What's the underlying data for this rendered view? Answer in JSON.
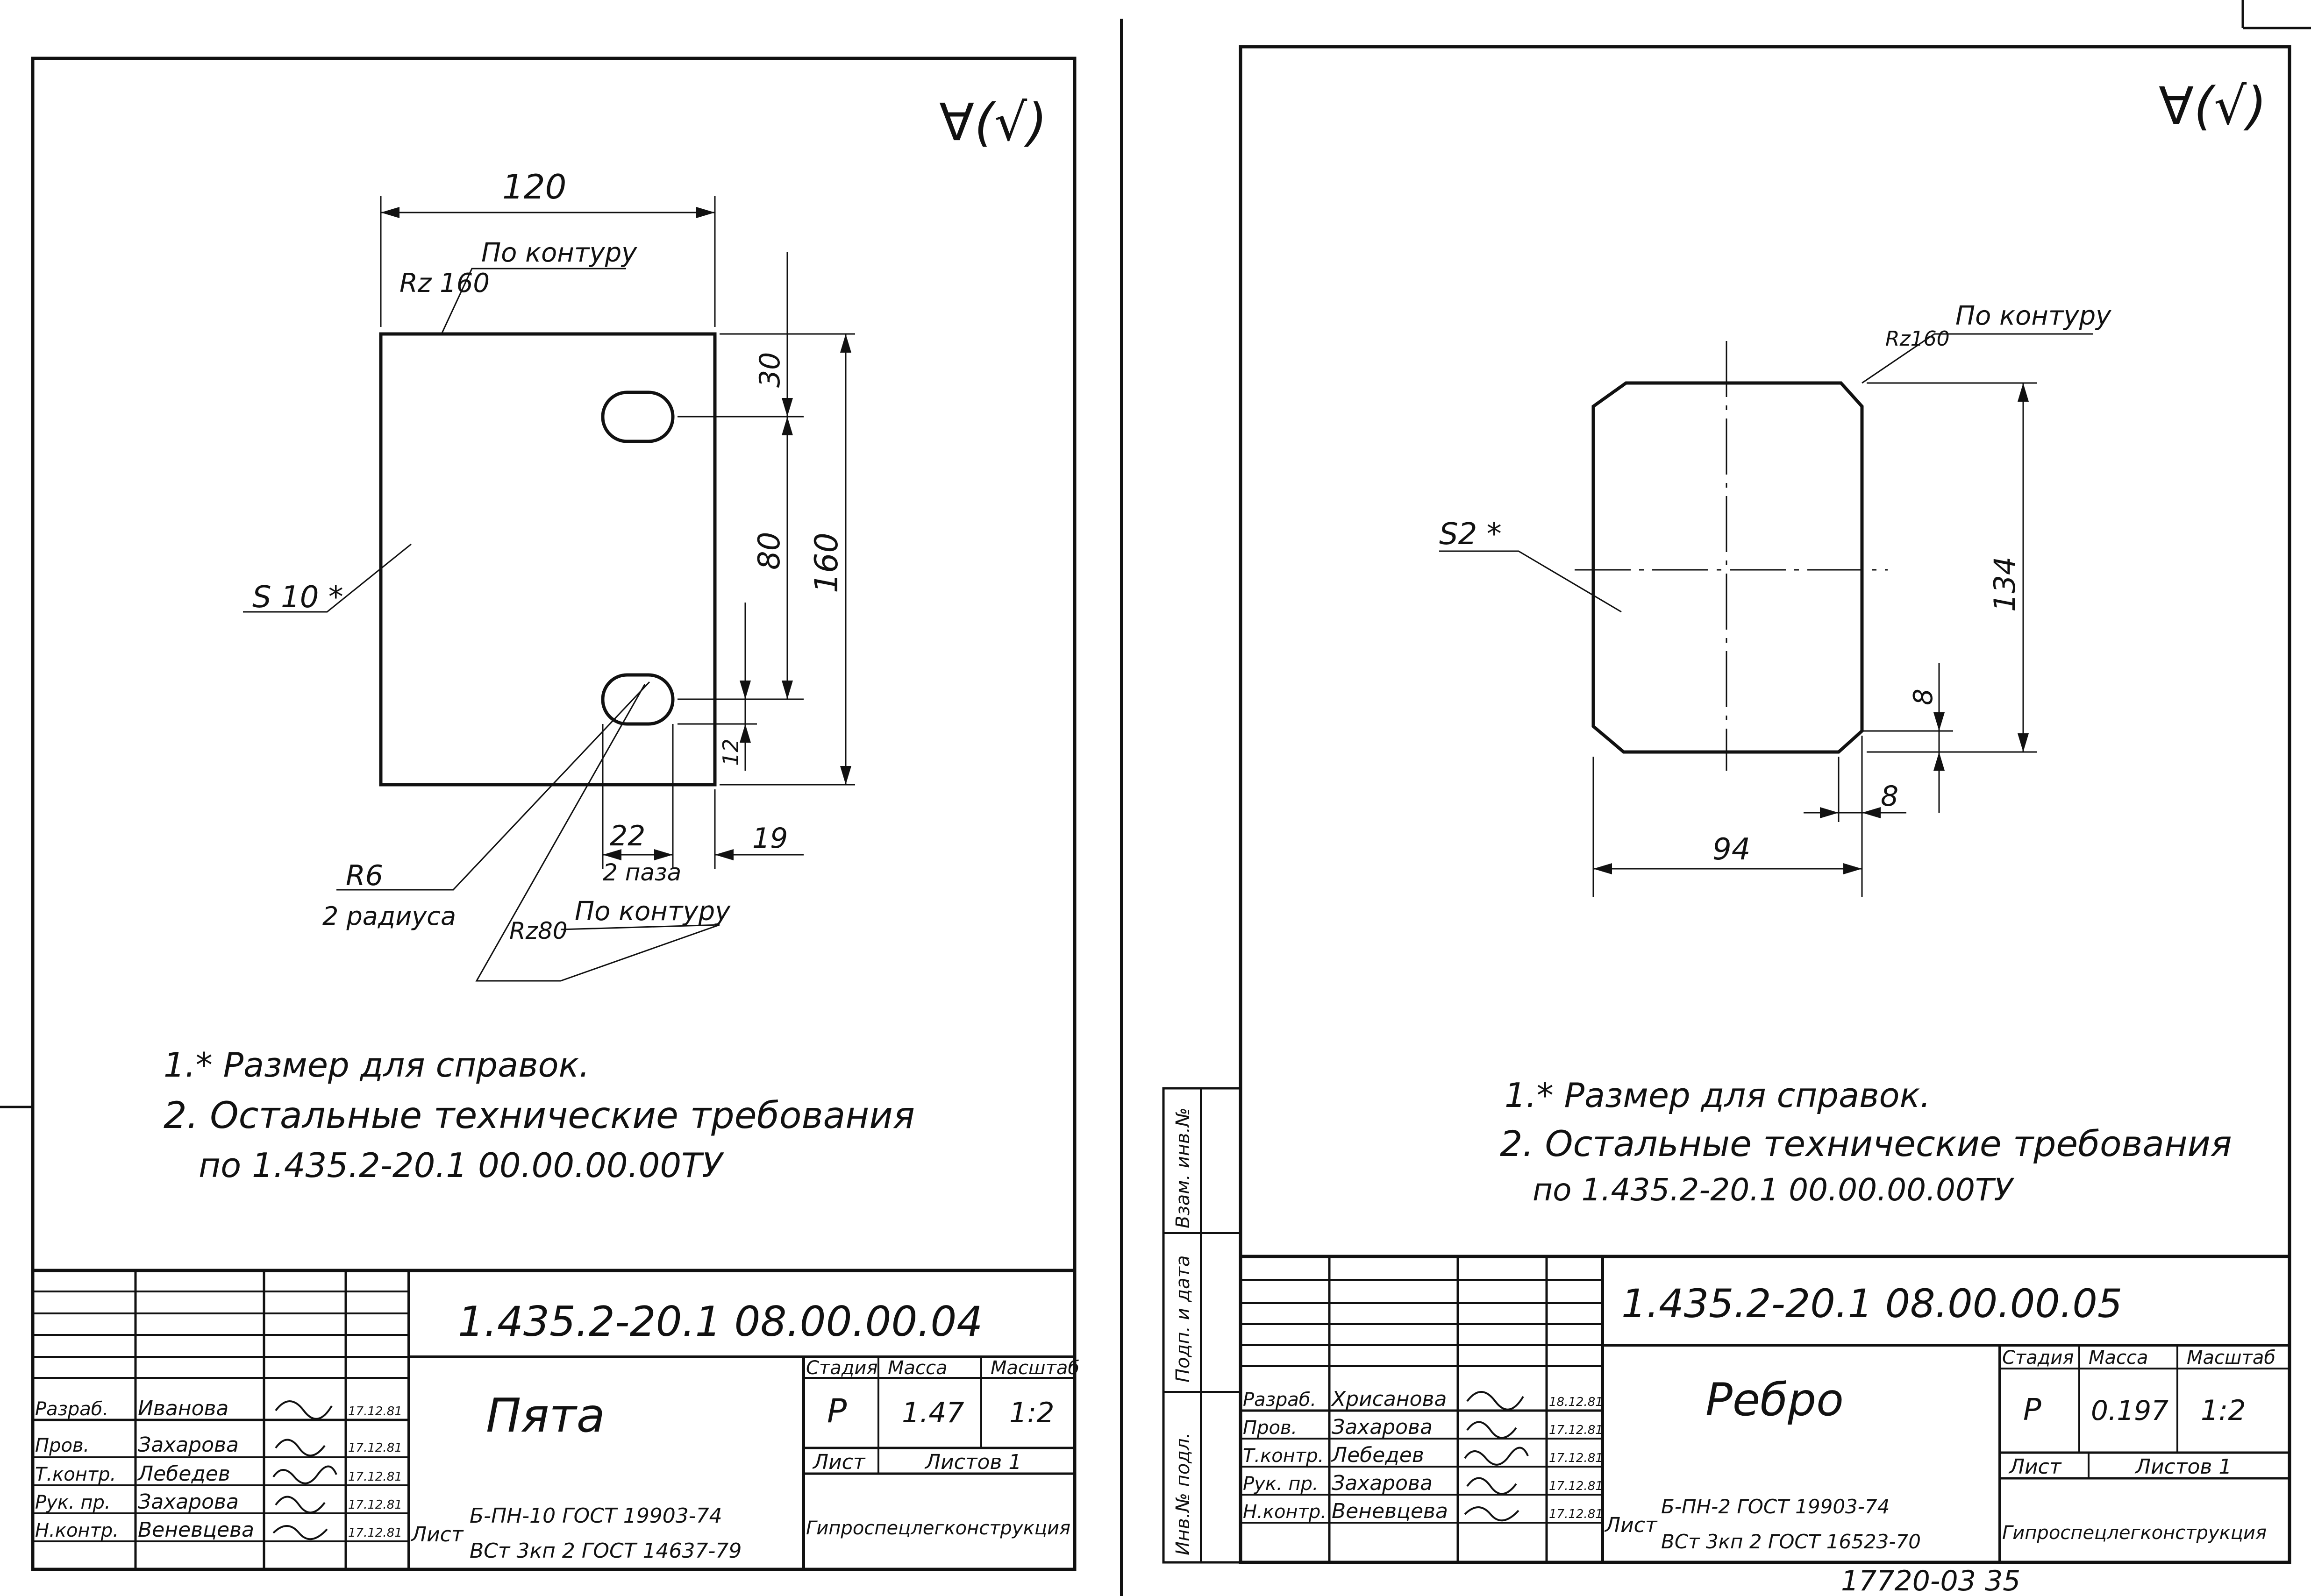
{
  "colors": {
    "ink": "#111111",
    "paper": "#ffffff"
  },
  "left": {
    "roughness_top": "∀(√)",
    "dim_width": "120",
    "rz_top": "Rz 160",
    "rz_top_note": "По контуру",
    "dim_30": "30",
    "dim_80": "80",
    "dim_160": "160",
    "thickness": "S 10 *",
    "dim_12": "12",
    "dim_22": "22",
    "slots": "2 паза",
    "dim_19": "19",
    "radius": "R6",
    "radius_note": "2 радиуса",
    "rz_bottom": "Rz80",
    "rz_bottom_note": "По контуру",
    "note1": "1.* Размер для справок.",
    "note2": "2. Остальные технические требования",
    "note3": "по 1.435.2-20.1 00.00.00.00ТУ",
    "drawing_no": "1.435.2-20.1 08.00.00.04",
    "part_name": "Пята",
    "stage_h": "Стадия",
    "mass_h": "Масса",
    "scale_h": "Масштаб",
    "stage": "Р",
    "mass": "1.47",
    "scale": "1:2",
    "sheet_h": "Лист",
    "sheets_h": "Листов 1",
    "list_word": "Лист",
    "material1": "Б-ПН-10 ГОСТ 19903-74",
    "material2": "ВСт 3кп 2 ГОСТ 14637-79",
    "org": "Гипроспецлегконструкция",
    "roles": [
      "Разраб.",
      "Пров.",
      "Т.контр.",
      "Рук. пр.",
      "Н.контр."
    ],
    "names": [
      "Иванова",
      "Захарова",
      "Лебедев",
      "Захарова",
      "Веневцева"
    ],
    "dates": [
      "17.12.81",
      "17.12.81",
      "17.12.81",
      "17.12.81",
      "17.12.81"
    ]
  },
  "right": {
    "roughness_top": "∀(√)",
    "rz": "Rz160",
    "rz_note": "По контуру",
    "thickness": "S2 *",
    "dim_134": "134",
    "dim_8_right": "8",
    "dim_8_bottom": "8",
    "dim_94": "94",
    "note1": "1.* Размер для справок.",
    "note2": "2. Остальные технические требования",
    "note3": "по 1.435.2-20.1 00.00.00.00ТУ",
    "side_labels": [
      "Инв.№ подл.",
      "Подп. и дата",
      "Взам. инв.№"
    ],
    "drawing_no": "1.435.2-20.1 08.00.00.05",
    "part_name": "Ребро",
    "stage_h": "Стадия",
    "mass_h": "Масса",
    "scale_h": "Масштаб",
    "stage": "Р",
    "mass": "0.197",
    "scale": "1:2",
    "sheet_h": "Лист",
    "sheets_h": "Листов 1",
    "list_word": "Лист",
    "material1": "Б-ПН-2 ГОСТ 19903-74",
    "material2": "ВСт 3кп 2 ГОСТ 16523-70",
    "org": "Гипроспецлегконструкция",
    "roles": [
      "Разраб.",
      "Пров.",
      "Т.контр.",
      "Рук. пр.",
      "Н.контр."
    ],
    "names": [
      "Хрисанова",
      "Захарова",
      "Лебедев",
      "Захарова",
      "Веневцева"
    ],
    "dates": [
      "18.12.81",
      "17.12.81",
      "17.12.81",
      "17.12.81",
      "17.12.81"
    ]
  },
  "footer_no": "17720-03 35"
}
